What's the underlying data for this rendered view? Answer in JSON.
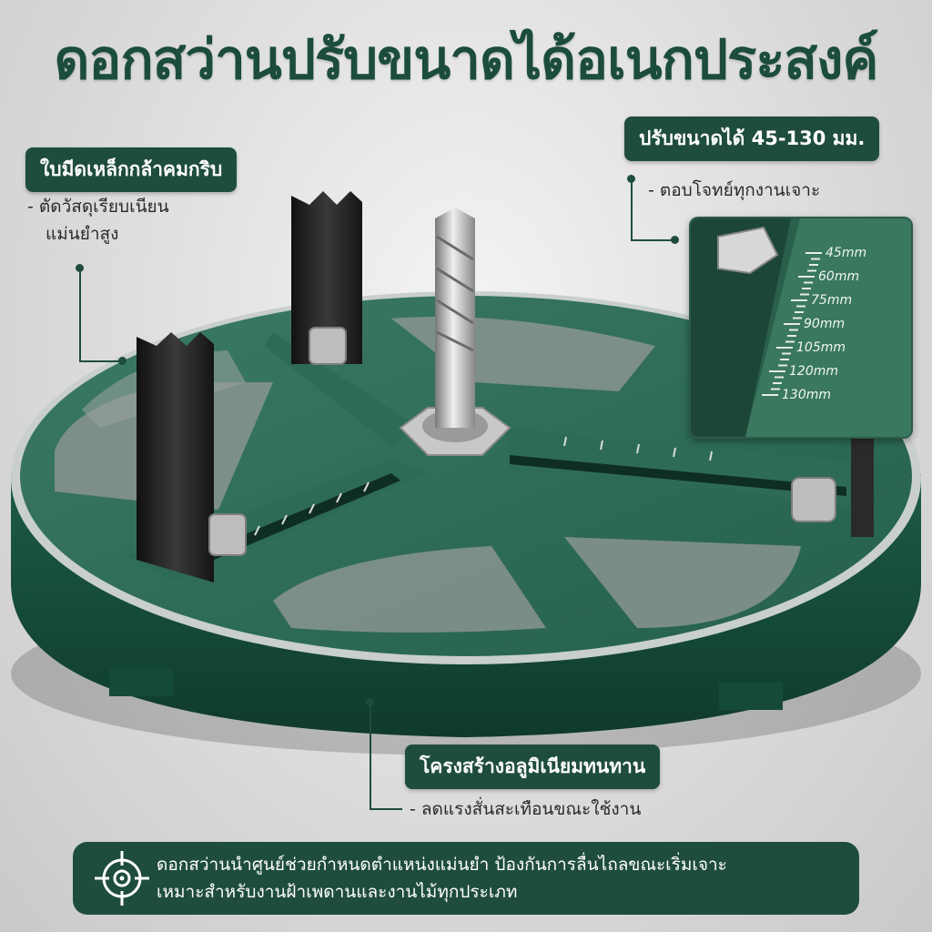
{
  "title": "ดอกสว่านปรับขนาดได้อเนกประสงค์",
  "callout_blade": {
    "heading": "ใบมีดเหล็กกล้าคมกริบ",
    "bullet_line1": "- ตัดวัสดุเรียบเนียน",
    "bullet_line2": "แม่นยำสูง"
  },
  "callout_size": {
    "heading": "ปรับขนาดได้ 45-130 มม.",
    "bullet": "- ตอบโจทย์ทุกงานเจาะ"
  },
  "callout_body": {
    "heading": "โครงสร้างอลูมิเนียมทนทาน",
    "bullet": "- ลดแรงสั่นสะเทือนขณะใช้งาน"
  },
  "inset_scale": [
    "45mm",
    "60mm",
    "75mm",
    "90mm",
    "105mm",
    "120mm",
    "130mm"
  ],
  "banner": {
    "icon": "crosshair-icon",
    "line1": "ดอกสว่านนำศูนย์ช่วยกำหนดตำแหน่งแม่นยำ ป้องกันการลื่นไถลขณะเริ่มเจาะ",
    "line2": "เหมาะสำหรับงานฝ้าเพดานและงานไม้ทุกประเภท"
  },
  "colors": {
    "brand": "#1f4d3c",
    "body": "#1e5a45"
  }
}
